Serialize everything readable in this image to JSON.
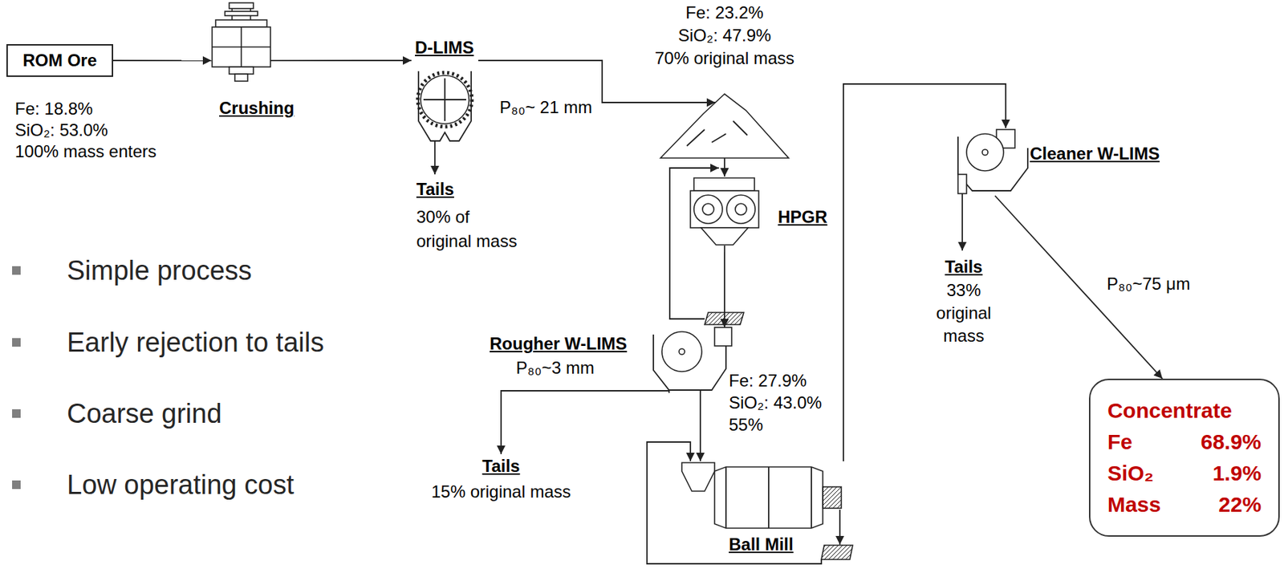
{
  "diagram": {
    "nodes": [
      {
        "text": [
          "ROM Ore"
        ]
      },
      {
        "text": [
          "Crushing"
        ]
      },
      {
        "text": [
          "D-LIMS"
        ]
      },
      {
        "text": [
          "Fe: 23.2% SiO₂: 47.9% 70% original mass"
        ]
      },
      {
        "text": [
          "HPGR"
        ]
      },
      {
        "text": [
          "Rougher W-LIMS",
          "P₈₀~3 mm"
        ]
      },
      {
        "text": [
          "Ball Mill"
        ]
      },
      {
        "text": [
          "Cleaner W-LIMS"
        ]
      },
      {
        "text": [
          "Concentrate",
          "Fe",
          "68.9%",
          "SiO₂",
          "1.9%",
          "Mass",
          "22%"
        ]
      }
    ],
    "edges": [
      {
        "from": 0,
        "to": 1,
        "arrow": "to"
      },
      {
        "from": 1,
        "to": 2,
        "arrow": "to"
      },
      {
        "from": 2,
        "to": 3,
        "label": "P₈₀~ 21 mm",
        "arrow": "to"
      },
      {
        "from": 3,
        "to": 4,
        "arrow": "to"
      },
      {
        "from": 4,
        "to": 5,
        "arrow": "to"
      },
      {
        "from": 5,
        "to": 6,
        "label": "Fe: 27.9% SiO₂: 43.0% 55%",
        "arrow": "to"
      },
      {
        "from": 6,
        "to": 7,
        "arrow": "to"
      },
      {
        "from": 7,
        "to": 8,
        "label": "P₈₀~75 μm",
        "arrow": "to"
      }
    ],
    "labels": [
      "Fe: 18.8% SiO₂: 53.0% 100% mass enters",
      "Tails",
      "30% of original mass",
      "Tails",
      "15% original mass",
      "Tails",
      "33% original mass",
      "Simple process",
      "Early rejection to tails",
      "Coarse grind",
      "Low operating cost"
    ]
  }
}
